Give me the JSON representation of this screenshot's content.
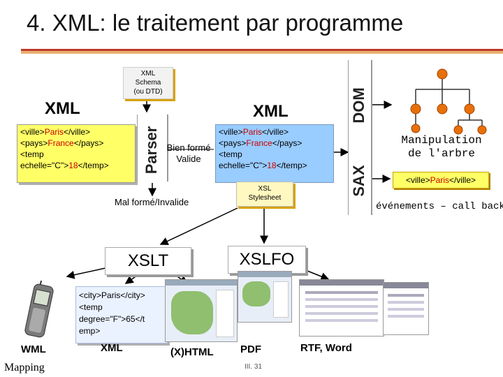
{
  "title": "4. XML: le traitement par programme",
  "schema_label": [
    "XML",
    "Schema",
    "(ou DTD)"
  ],
  "xml_left_label": "XML",
  "xml_right_label": "XML",
  "parser_label": "Parser",
  "dom_label": "DOM",
  "sax_label": "SAX",
  "xml_code": {
    "l1_a": "<ville>",
    "l1_b": "Paris",
    "l1_c": "</ville>",
    "l2_a": "<pays>",
    "l2_b": "France",
    "l2_c": "</pays>",
    "l3": "<temp",
    "l4_a": "echelle=\"C\">",
    "l4_b": "18",
    "l4_c": "</temp>"
  },
  "bien_forme": [
    "Bien formé",
    "Valide"
  ],
  "mal_forme": "Mal formé/Invalide",
  "xsl_stylesheet": [
    "XSL",
    "Stylesheet"
  ],
  "manipulation": [
    "Manipulation",
    "de l'arbre"
  ],
  "sax_event": {
    "a": "<ville>",
    "b": "Paris",
    "c": "</ville>"
  },
  "evenements": "événements – call back",
  "xslt_label": "XSLT",
  "xslfo_label": "XSLFO",
  "city_code": [
    "<city>Paris</city>",
    "<temp",
    "degree=\"F\">65</t",
    "emp>"
  ],
  "outputs": {
    "wml": "WML",
    "xml": "XML",
    "xhtml": "(X)HTML",
    "pdf": "PDF",
    "rtf": "RTF, Word"
  },
  "mapping": "Mapping",
  "page_number": "III. 31",
  "colors": {
    "title_rule": "#c0392b",
    "xml_box": "#ffff66",
    "xml_box_right": "#99ccff",
    "tree_nodes": "#e8700a",
    "value_red": "#cc0000"
  },
  "icons": [
    "mobile-phone-icon",
    "tree-diagram-icon",
    "web-page-screenshot-icon"
  ]
}
